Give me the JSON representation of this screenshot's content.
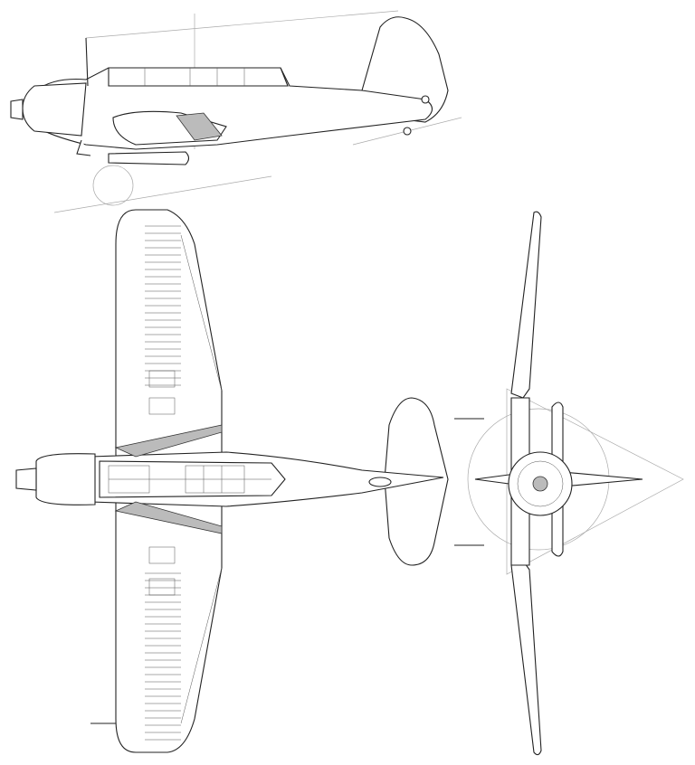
{
  "drawing": {
    "views": [
      "side-view",
      "top-view",
      "front-view"
    ],
    "colors": {
      "line": "#222222",
      "background": "#ffffff",
      "construction": "#aaaaaa",
      "hatch": "#bbbbbb"
    }
  }
}
